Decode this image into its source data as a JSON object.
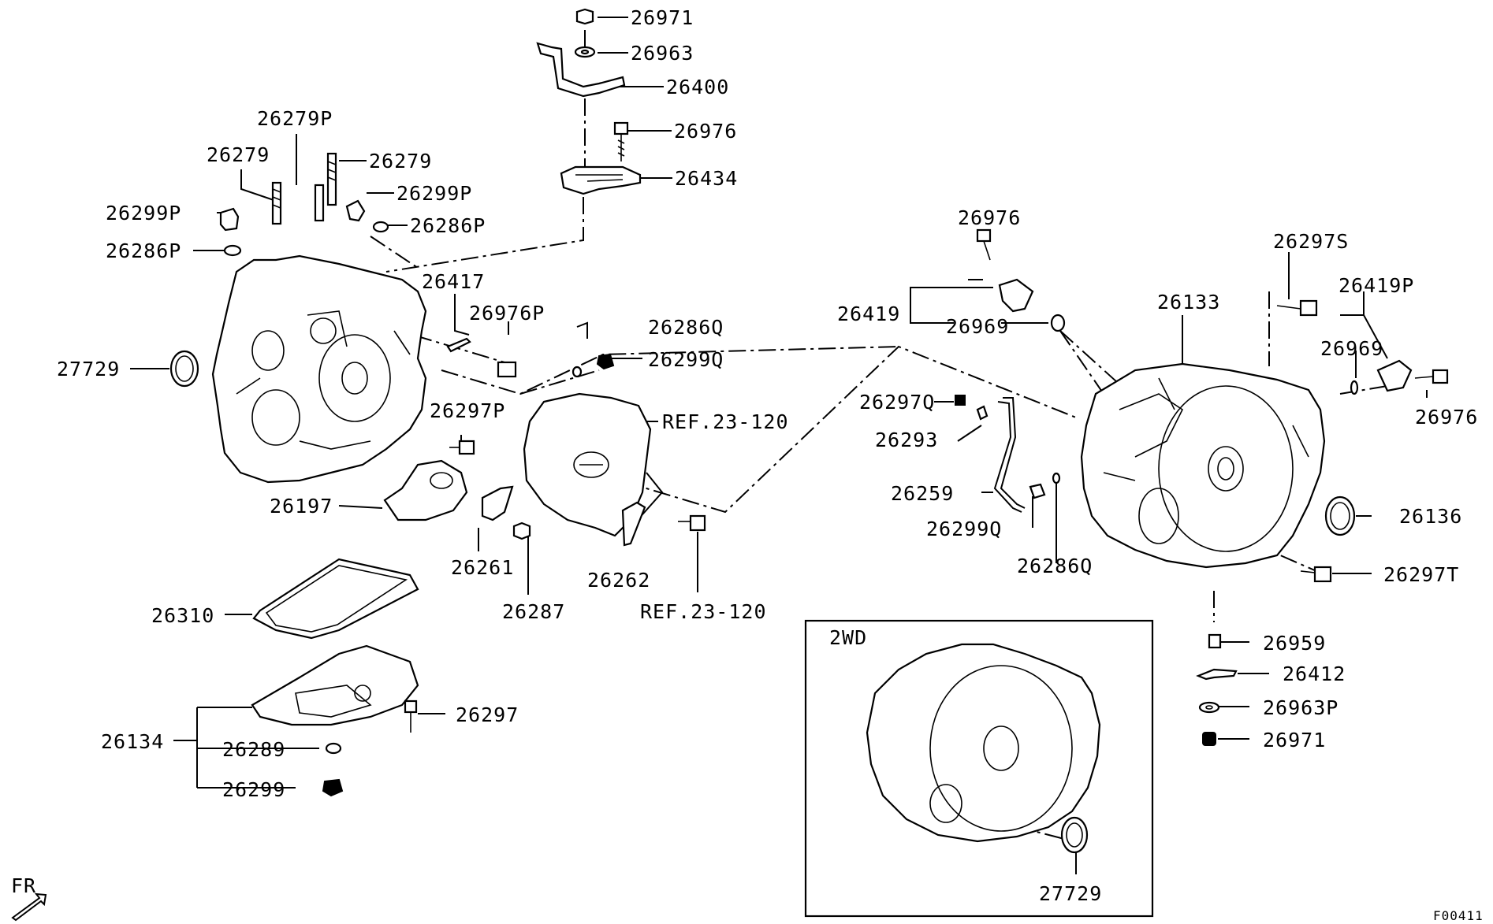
{
  "labels": {
    "p26971_top": "26971",
    "p26963_top": "26963",
    "p26400": "26400",
    "p26976_top": "26976",
    "p26434": "26434",
    "p26279P": "26279P",
    "p26279_a": "26279",
    "p26279_b": "26279",
    "p26299P_l": "26299P",
    "p26299P_r": "26299P",
    "p26286P_r": "26286P",
    "p26286P_l": "26286P",
    "p26417": "26417",
    "p26976P": "26976P",
    "p26286Q_top": "26286Q",
    "p26299Q_top": "26299Q",
    "p27729_l": "27729",
    "p26297P": "26297P",
    "ref1": "REF.23-120",
    "p26197": "26197",
    "p26261": "26261",
    "p26287": "26287",
    "p26262": "26262",
    "ref2": "REF.23-120",
    "p26310": "26310",
    "p26297": "26297",
    "p26134": "26134",
    "p26289": "26289",
    "p26299": "26299",
    "p26976_r": "26976",
    "p26419": "26419",
    "p26969_l": "26969",
    "p26133": "26133",
    "p26297S": "26297S",
    "p26419P": "26419P",
    "p26969_r": "26969",
    "p26976_rr": "26976",
    "p26297Q": "26297Q",
    "p26293": "26293",
    "p26259": "26259",
    "p26299Q_r": "26299Q",
    "p26286Q_r": "26286Q",
    "p26136": "26136",
    "p26297T": "26297T",
    "p26959": "26959",
    "p26412": "26412",
    "p26963P": "26963P",
    "p26971_r": "26971",
    "box_2wd": "2WD",
    "p27729_box": "27729",
    "fr": "FR",
    "code": "F00411"
  }
}
